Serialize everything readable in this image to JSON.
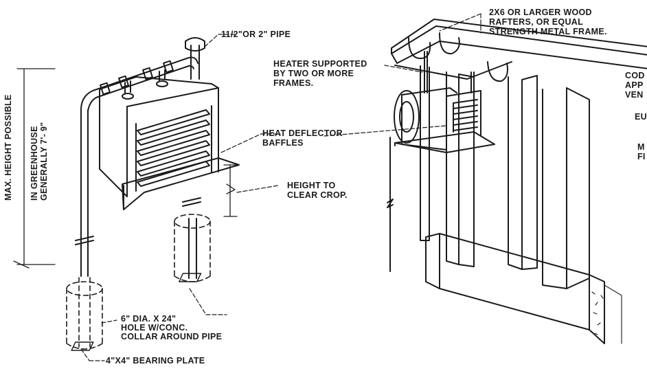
{
  "labels": {
    "pipe_size": "11/2\"OR 2\" PIPE",
    "rafters_line1": "2X6 OR LARGER WOOD",
    "rafters_line2": "RAFTERS, OR EQUAL",
    "rafters_line3": "STRENGTH METAL FRAME.",
    "heater_supported_line1": "HEATER SUPPORTED",
    "heater_supported_line2": "BY TWO OR MORE",
    "heater_supported_line3": "FRAMES.",
    "deflector_line1": "HEAT DEFLECTOR",
    "deflector_line2": "BAFFLES",
    "height_line1": "HEIGHT TO",
    "height_line2": "CLEAR CROP.",
    "hole_line1": "6\" DIA. X 24\"",
    "hole_line2": "HOLE W/CONC.",
    "hole_line3": "COLLAR AROUND PIPE",
    "bearing_plate": "4\"X4\" BEARING PLATE",
    "max_height": "MAX. HEIGHT POSSIBLE",
    "greenhouse_line1": "IN GREENHOUSE",
    "greenhouse_line2": "GENERALLY 7'- 9\"",
    "cut_off_line1": "COD",
    "cut_off_line2": "APP",
    "cut_off_line3": "VEN",
    "cut_off_line4": "EU",
    "cut_off_line5": "M",
    "cut_off_line6": "FI"
  },
  "colors": {
    "ink": "#1a1a1a",
    "paper": "#ffffff"
  }
}
